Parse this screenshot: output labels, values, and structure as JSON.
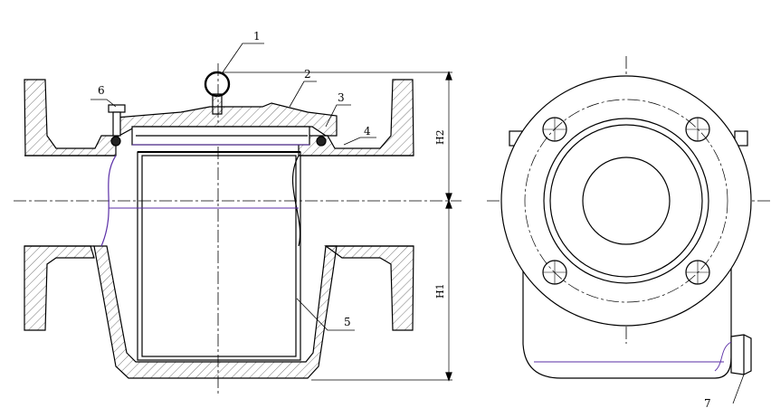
{
  "drawing": {
    "part_labels": [
      "1",
      "2",
      "3",
      "4",
      "5",
      "6",
      "7"
    ],
    "dimension_labels": {
      "h2": "H2",
      "h1": "H1"
    },
    "colors": {
      "line": "#000000",
      "hatch": "#555555",
      "accent": "#5a2ea6"
    }
  }
}
